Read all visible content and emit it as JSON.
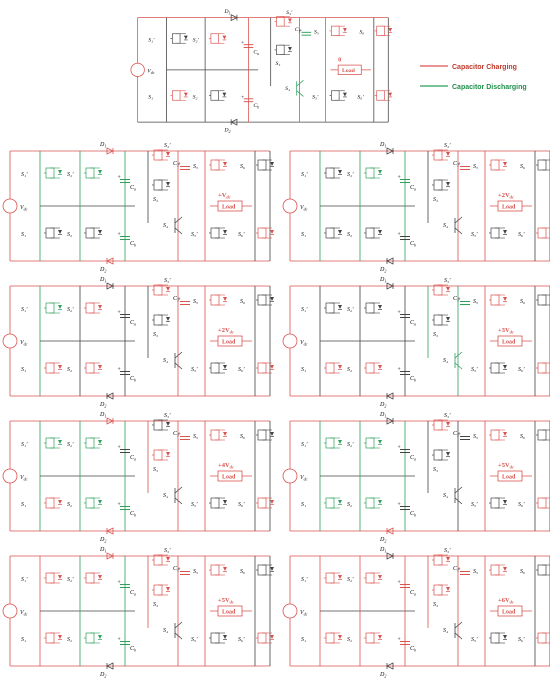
{
  "colors": {
    "charging": "#d9534f",
    "discharging": "#2ea05a",
    "wire": "#444444",
    "component": "#222222"
  },
  "legend": [
    {
      "label": "Capacitor Charging",
      "color": "#d9534f"
    },
    {
      "label": "Capacitor Discharging",
      "color": "#2ea05a"
    }
  ],
  "labels": {
    "vdc": "V",
    "vdc_sub": "dc",
    "ca": "C",
    "ca_sub": "a",
    "cb": "C",
    "cb_sub": "b",
    "c1": "C",
    "c1_sub": "1",
    "d1": "D",
    "d1_sub": "1",
    "d2": "D",
    "d2_sub": "2",
    "s1p": "S₁'",
    "s2p": "S₂'",
    "s1": "S₁",
    "s2": "S₂",
    "s3p": "S₃'",
    "s3": "S₃",
    "s4": "S₄",
    "s5": "S₅",
    "s6": "S₆",
    "s5p": "S₅'",
    "s6p": "S₆'",
    "load": "Load"
  },
  "panels": [
    {
      "id": "top",
      "voltage": "0",
      "unit": ""
    },
    {
      "id": "r1l",
      "voltage": "+V",
      "unit": "dc"
    },
    {
      "id": "r1r",
      "voltage": "+2V",
      "unit": "dc"
    },
    {
      "id": "r2l",
      "voltage": "+2V",
      "unit": "dc"
    },
    {
      "id": "r2r",
      "voltage": "+3V",
      "unit": "dc"
    },
    {
      "id": "r3l",
      "voltage": "+4V",
      "unit": "dc"
    },
    {
      "id": "r3r",
      "voltage": "+5V",
      "unit": "dc"
    },
    {
      "id": "r4l",
      "voltage": "+5V",
      "unit": "dc"
    },
    {
      "id": "r4r",
      "voltage": "+6V",
      "unit": "dc"
    }
  ]
}
